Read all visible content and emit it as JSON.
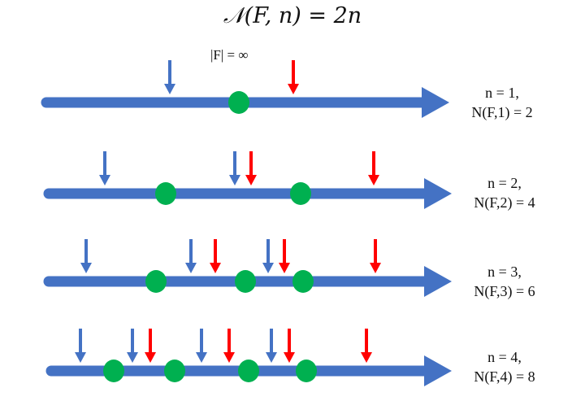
{
  "title": "𝒩(F, n) = 2n",
  "cardinality": "|F| = ∞",
  "colors": {
    "axis": "#4472c4",
    "blue_arrow": "#4472c4",
    "red_arrow": "#ff0000",
    "dot": "#00b050"
  },
  "rows": [
    {
      "n_label": "n = 1,",
      "N_label": "N(F,1) = 2",
      "blue_arrows": 1,
      "red_arrows": 1,
      "dots": 1
    },
    {
      "n_label": "n = 2,",
      "N_label": "N(F,2) = 4",
      "blue_arrows": 2,
      "red_arrows": 2,
      "dots": 2
    },
    {
      "n_label": "n = 3,",
      "N_label": "N(F,3) = 6",
      "blue_arrows": 3,
      "red_arrows": 3,
      "dots": 3
    },
    {
      "n_label": "n = 4,",
      "N_label": "N(F,4) = 8",
      "blue_arrows": 4,
      "red_arrows": 4,
      "dots": 4
    }
  ]
}
